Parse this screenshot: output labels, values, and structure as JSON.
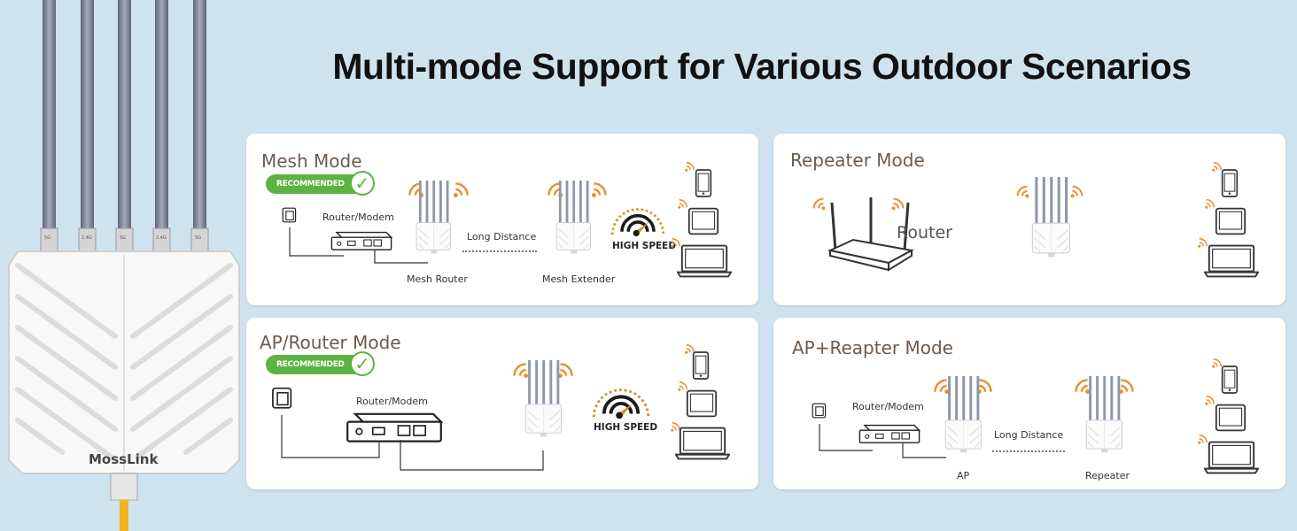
{
  "title": "Multi-mode Support for Various Outdoor Scenarios",
  "product": {
    "brand": "MossLink",
    "antenna_labels": [
      "5G",
      "2.4G",
      "5G",
      "2.4G",
      "5G"
    ]
  },
  "badge_text": "RECOMMENDED",
  "panels": {
    "mesh": {
      "title": "Mesh Mode",
      "router_modem": "Router/Modem",
      "long_distance": "Long Distance",
      "high_speed": "HIGH SPEED",
      "mesh_router": "Mesh Router",
      "mesh_extender": "Mesh Extender"
    },
    "repeater": {
      "title": "Repeater Mode",
      "router": "Router"
    },
    "ap_router": {
      "title": "AP/Router Mode",
      "router_modem": "Router/Modem",
      "high_speed": "HIGH SPEED"
    },
    "ap_repeater": {
      "title": "AP+Reapter Mode",
      "router_modem": "Router/Modem",
      "long_distance": "Long Distance",
      "ap": "AP",
      "repeater": "Repeater"
    }
  },
  "colors": {
    "background": "#cfe3ef",
    "panel_title": "#6b5b4e",
    "wifi_orange": "#e8912a",
    "badge_green": "#5db342",
    "speed_gauge": "#c89b2a"
  }
}
